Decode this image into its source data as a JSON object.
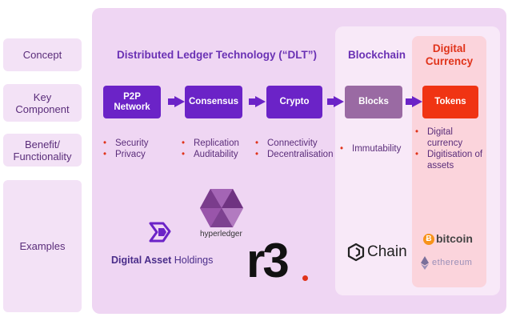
{
  "rows": {
    "concept": "Concept",
    "key_component": "Key\nComponent",
    "benefit": "Benefit/\nFunctionality",
    "examples": "Examples"
  },
  "headings": {
    "dlt": "Distributed Ledger Technology (“DLT”)",
    "blockchain": "Blockchain",
    "digital_currency": "Digital\nCurrency"
  },
  "components": [
    "P2P\nNetwork",
    "Consensus",
    "Crypto",
    "Blocks",
    "Tokens"
  ],
  "benefits": [
    [
      "Security",
      "Privacy"
    ],
    [
      "Replication",
      "Auditability"
    ],
    [
      "Connectivity",
      "Decentralisation"
    ],
    [
      "Immutability"
    ],
    [
      "Digital currency",
      "Digitisation of assets"
    ]
  ],
  "examples": {
    "hyperledger": "hyperledger",
    "digital_asset_bold": "Digital Asset",
    "digital_asset_rest": " Holdings",
    "r3": "r3",
    "chain": "Chain",
    "bitcoin": "bitcoin",
    "bitcoin_symbol": "Ƀ",
    "ethereum": "ethereum"
  },
  "colors": {
    "panel": "#efd6f3",
    "blockchain_panel": "#f8e9f8",
    "currency_panel": "#fbd4dc",
    "purple": "#6b23c7",
    "lilac": "#9a6aa3",
    "red": "#f03413",
    "text": "#5a2d7a"
  }
}
